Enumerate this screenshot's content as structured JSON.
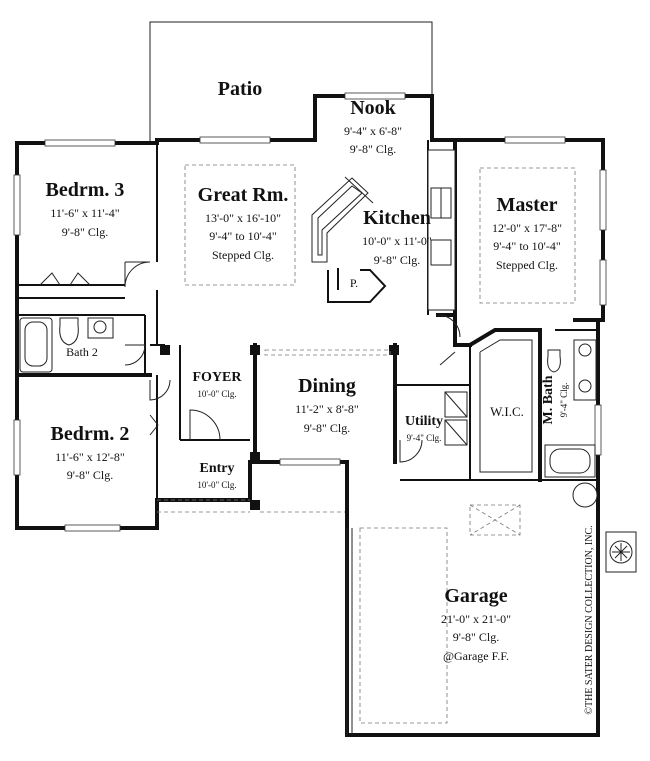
{
  "rooms": {
    "patio": {
      "name": "Patio"
    },
    "nook": {
      "name": "Nook",
      "size": "9'-4\" x 6'-8\"",
      "ceiling": "9'-8\" Clg."
    },
    "great_room": {
      "name": "Great Rm.",
      "size": "13'-0\" x 16'-10\"",
      "ceiling": "9'-4\"  to 10'-4\"",
      "ceiling2": "Stepped Clg."
    },
    "kitchen": {
      "name": "Kitchen",
      "size": "10'-0\" x 11'-0\"",
      "ceiling": "9'-8\" Clg."
    },
    "pantry": {
      "name": "P."
    },
    "master": {
      "name": "Master",
      "size": "12'-0\" x 17'-8\"",
      "ceiling": "9'-4\" to 10'-4\"",
      "ceiling2": "Stepped Clg."
    },
    "bedroom3": {
      "name": "Bedrm. 3",
      "size": "11'-6\" x 11'-4\"",
      "ceiling": "9'-8\" Clg."
    },
    "bath2": {
      "name": "Bath 2"
    },
    "bedroom2": {
      "name": "Bedrm. 2",
      "size": "11'-6\" x 12'-8\"",
      "ceiling": "9'-8\" Clg."
    },
    "foyer": {
      "name": "FOYER",
      "ceiling": "10'-0\" Clg."
    },
    "entry": {
      "name": "Entry",
      "ceiling": "10'-0\" Clg."
    },
    "dining": {
      "name": "Dining",
      "size": "11'-2\" x 8'-8\"",
      "ceiling": "9'-8\" Clg."
    },
    "utility": {
      "name": "Utility",
      "ceiling": "9'-4\" Clg."
    },
    "wic": {
      "name": "W.I.C."
    },
    "master_bath": {
      "name": "M. Bath",
      "ceiling": "9'-4\" Clg."
    },
    "garage": {
      "name": "Garage",
      "size": "21'-0\" x 21'-0\"",
      "ceiling": "9'-8\" Clg.",
      "note": "@Garage F.F."
    }
  },
  "copyright": "©THE SATER DESIGN COLLECTION, INC."
}
